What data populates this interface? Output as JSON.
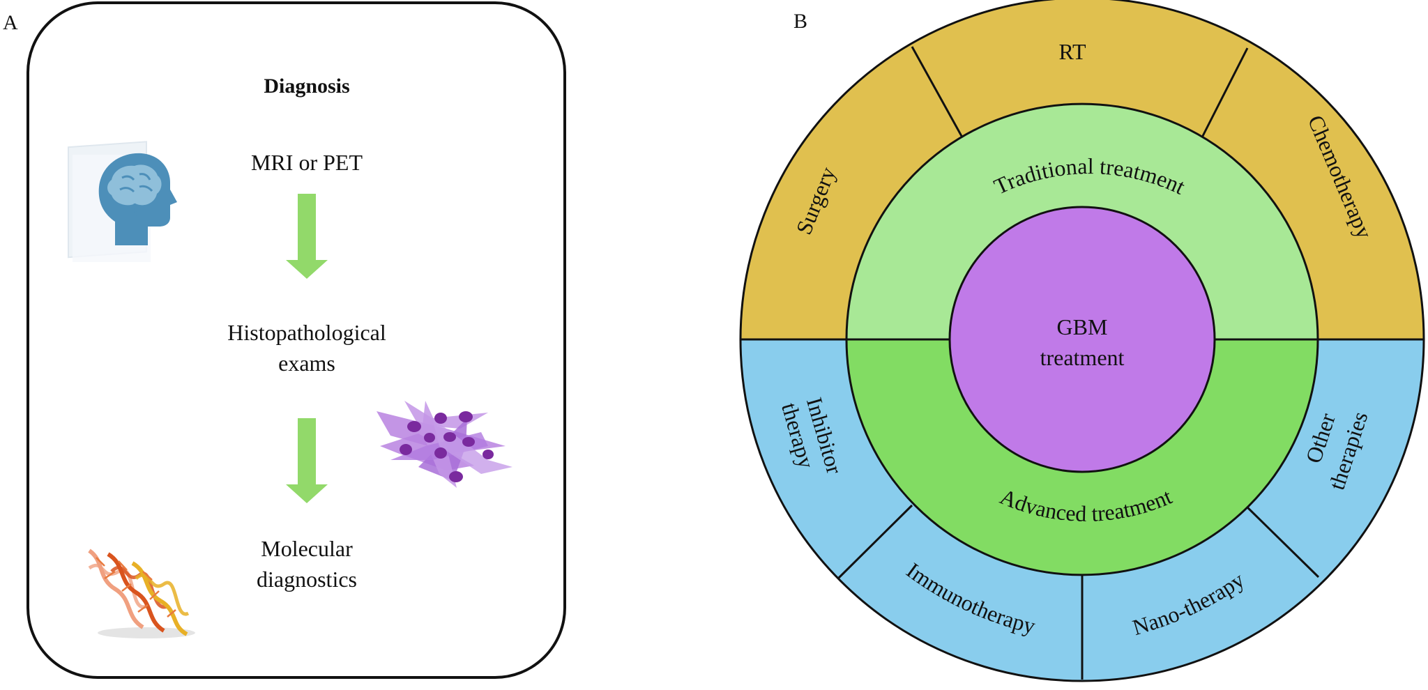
{
  "panel_a": {
    "letter": "A",
    "title": "Diagnosis",
    "step1": "MRI or PET",
    "step2_line1": "Histopathological",
    "step2_line2": "exams",
    "step3_line1": "Molecular",
    "step3_line2": "diagnostics",
    "icons": [
      "brain-head-icon",
      "arrow-down-icon",
      "cells-icon",
      "dna-icon"
    ]
  },
  "panel_b": {
    "letter": "B",
    "center_line1": "GBM",
    "center_line2": "treatment",
    "ring_top": "Traditional treatment",
    "ring_bottom": "Advanced treatment",
    "outer_top": [
      "Surgery",
      "RT",
      "Chemotherapy"
    ],
    "outer_bottom": {
      "inhibitor_line1": "Inhibitor",
      "inhibitor_line2": "therapy",
      "immuno": "Immunotherapy",
      "nano": "Nano-therapy",
      "other_line1": "Other",
      "other_line2": "therapies"
    }
  },
  "colors": {
    "outer_top": "#e0c04f",
    "outer_bottom": "#89cded",
    "ring_top": "#a8e896",
    "ring_bottom": "#82dc63",
    "center": "#c07ae8",
    "arrow": "#92d96a"
  }
}
